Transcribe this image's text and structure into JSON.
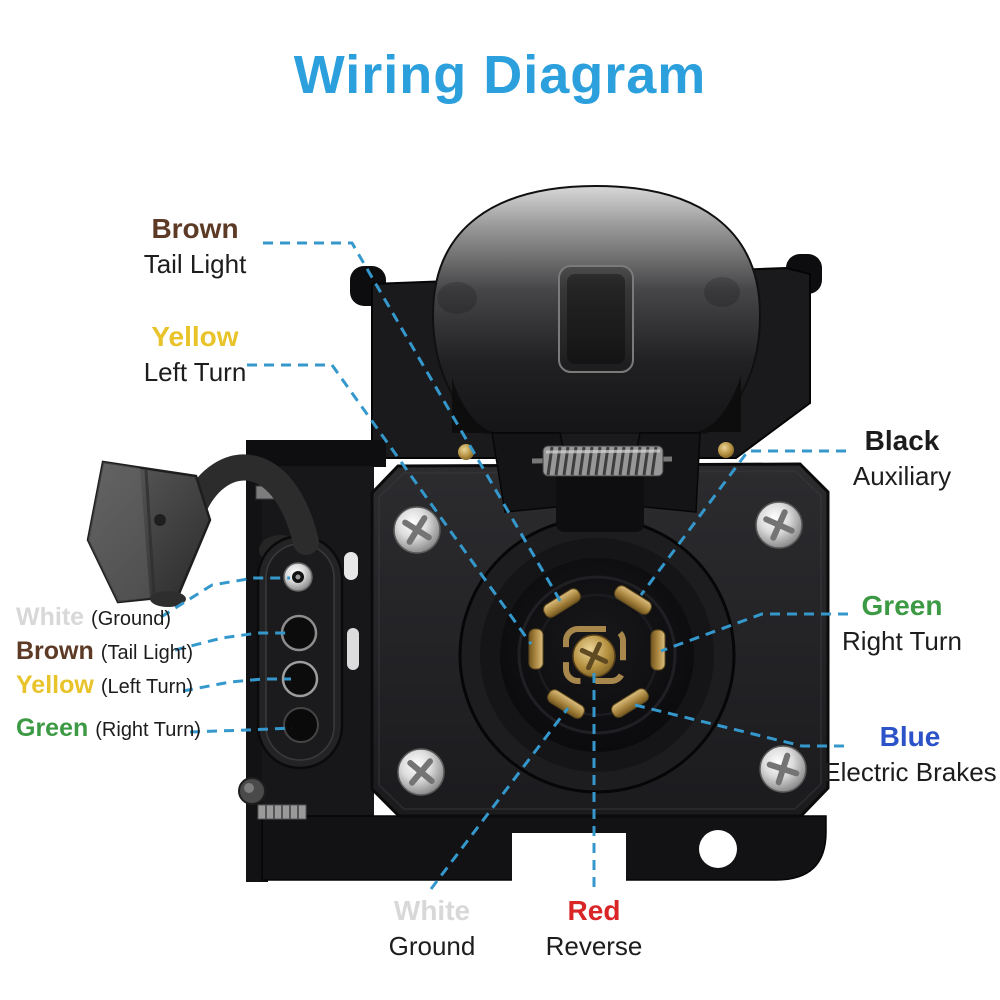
{
  "title": {
    "text": "Wiring Diagram",
    "color": "#2ba0dc"
  },
  "seven_pin": {
    "brown": {
      "name": "Brown",
      "function": "Tail Light",
      "color": "#5d3a26"
    },
    "yellow": {
      "name": "Yellow",
      "function": "Left Turn",
      "color": "#e9c32a"
    },
    "black": {
      "name": "Black",
      "function": "Auxiliary",
      "color": "#1c1c1c"
    },
    "green": {
      "name": "Green",
      "function": "Right Turn",
      "color": "#3d9a44"
    },
    "blue": {
      "name": "Blue",
      "function": "Electric Brakes",
      "color": "#2b52c8"
    },
    "white": {
      "name": "White",
      "function": "Ground",
      "color": "#d8d8d8"
    },
    "red": {
      "name": "Red",
      "function": "Reverse",
      "color": "#d92525"
    }
  },
  "four_pin": {
    "white": {
      "name": "White",
      "function": "(Ground)",
      "color": "#d8d8d8"
    },
    "brown": {
      "name": "Brown",
      "function": "(Tail Light)",
      "color": "#5d3a26"
    },
    "yellow": {
      "name": "Yellow",
      "function": "(Left Turn)",
      "color": "#e9c32a"
    },
    "green": {
      "name": "Green",
      "function": "(Right Turn)",
      "color": "#3d9a44"
    }
  },
  "leader_line_color": "#3598cc"
}
